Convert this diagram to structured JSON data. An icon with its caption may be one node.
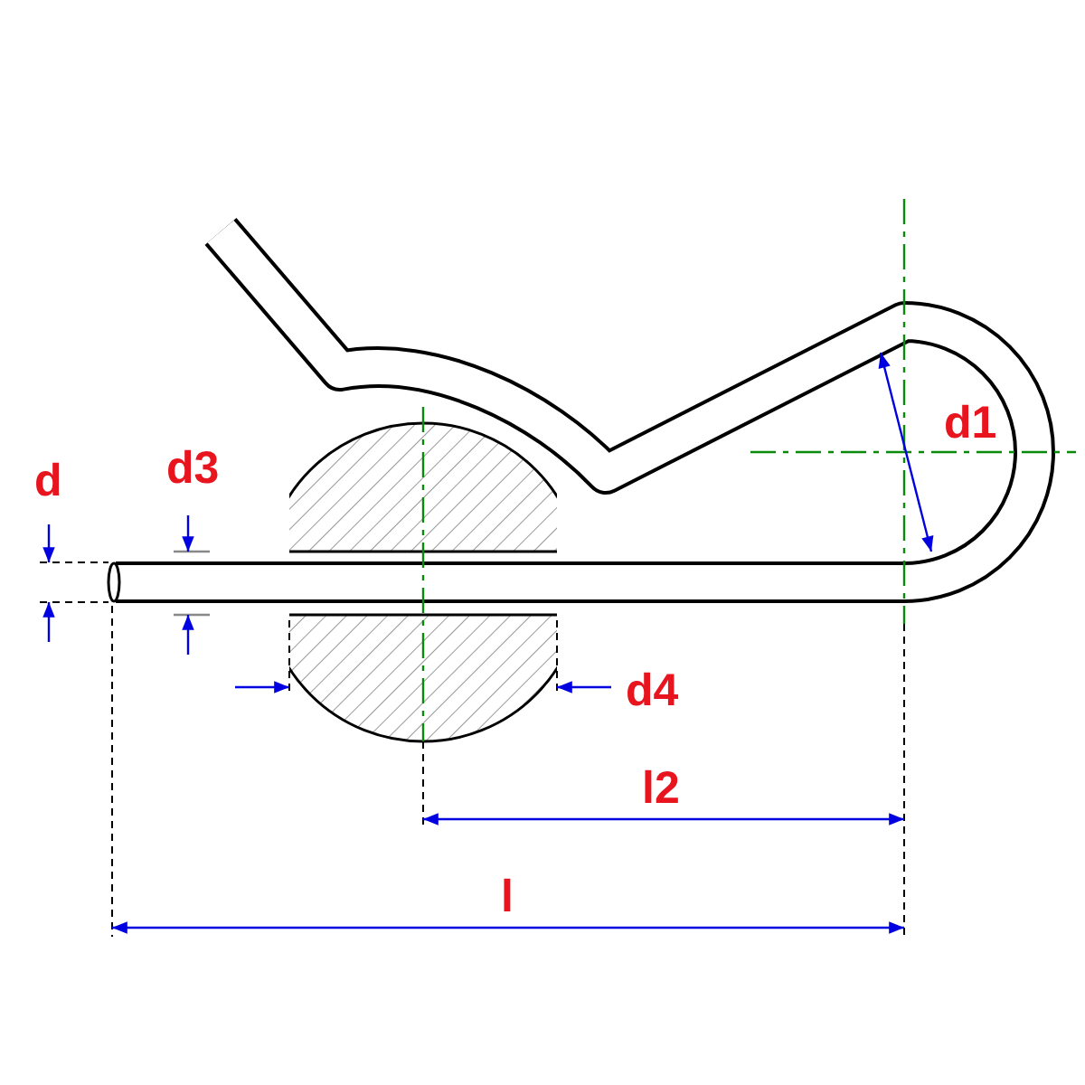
{
  "diagram": {
    "labels": [
      "d",
      "d3",
      "d1",
      "d4",
      "l2",
      "l"
    ]
  }
}
